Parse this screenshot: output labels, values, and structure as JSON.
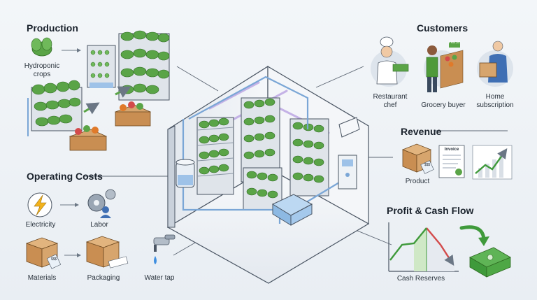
{
  "production": {
    "heading": "Production",
    "hydroponic_label": "Hydroponic crops"
  },
  "customers": {
    "heading": "Customers",
    "chef_label": "Restaurant chef",
    "grocery_label": "Grocery buyer",
    "home_label": "Home subscription",
    "grocery_sign": "FRESH"
  },
  "revenue": {
    "heading": "Revenue",
    "product_label": "Product",
    "invoice_title": "Invoice",
    "tag_text": "$$$"
  },
  "operating_costs": {
    "heading": "Operating Costs",
    "electricity_label": "Electricity",
    "labor_label": "Labor",
    "materials_label": "Materials",
    "packaging_label": "Packaging",
    "water_label": "Water tap",
    "tag_text": "$$$"
  },
  "profit": {
    "heading": "Profit & Cash Flow",
    "cash_label": "Cash Reserves"
  },
  "colors": {
    "leaf_green": "#4f9a3a",
    "pipe_blue": "#7aa6d6",
    "chart_green": "#3f9a3b",
    "chart_red": "#d34b4b",
    "box_tan": "#d7a56d"
  }
}
